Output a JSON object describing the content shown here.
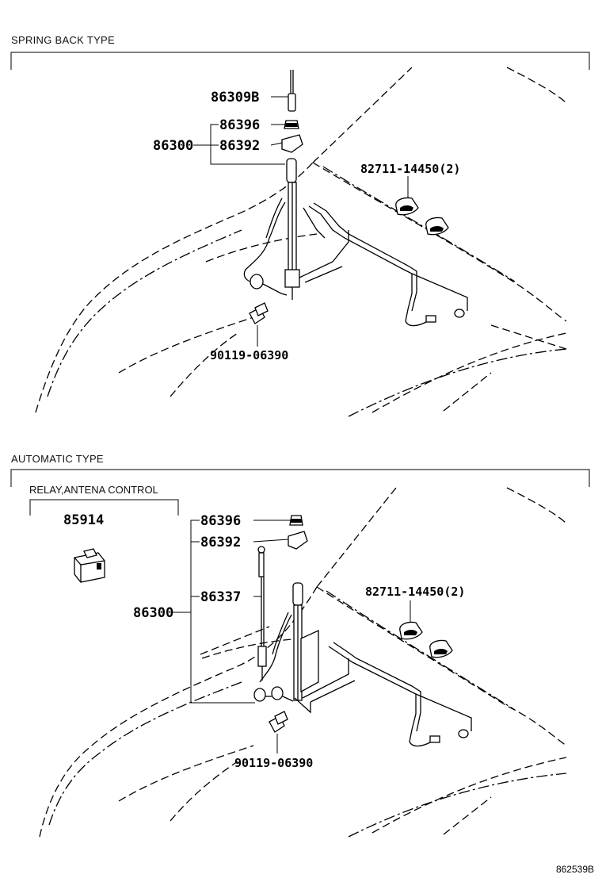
{
  "sections": [
    {
      "title": "SPRING BACK TYPE",
      "callouts": {
        "rod": "86309B",
        "nut": "86396",
        "bezel": "86392",
        "assembly": "86300",
        "clamp": "82711-14450(2)",
        "bolt": "90119-06390"
      }
    },
    {
      "title": "AUTOMATIC TYPE",
      "relay_title": "RELAY,ANTENA CONTROL",
      "callouts": {
        "relay": "85914",
        "nut": "86396",
        "bezel": "86392",
        "cable": "86337",
        "assembly": "86300",
        "clamp": "82711-14450(2)",
        "bolt": "90119-06390"
      }
    }
  ],
  "figure_code": "862539B"
}
